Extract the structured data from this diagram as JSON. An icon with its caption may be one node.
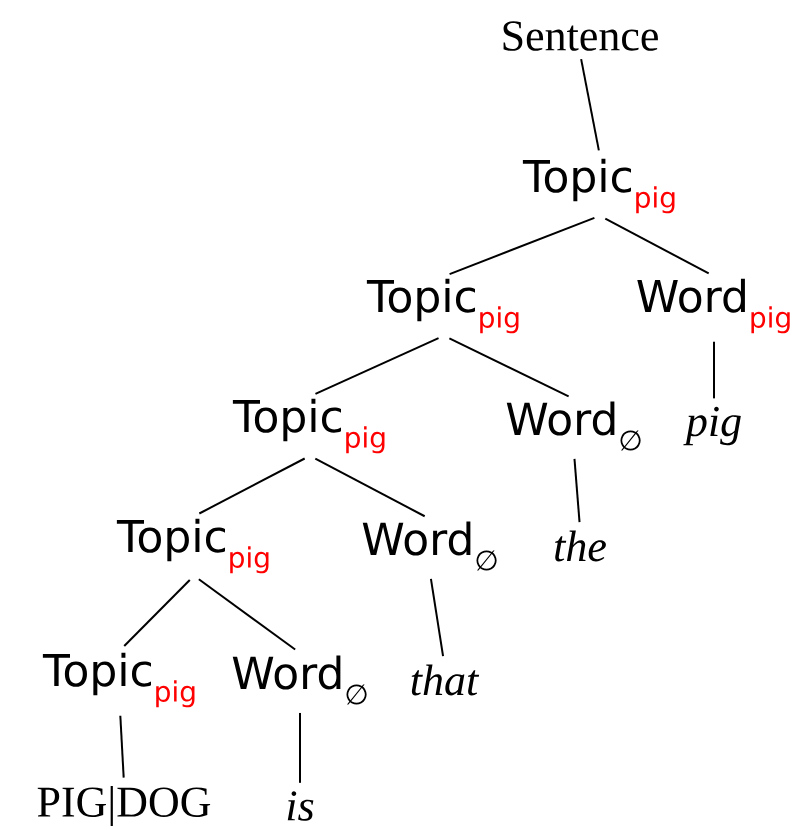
{
  "diagram": {
    "nodes": [
      {
        "text": [
          "Sentence"
        ]
      },
      {
        "text": [
          "Topic",
          "pig"
        ]
      },
      {
        "text": [
          "Topic",
          "pig"
        ]
      },
      {
        "text": [
          "Word",
          "pig"
        ]
      },
      {
        "text": [
          "pig"
        ]
      },
      {
        "text": [
          "Topic",
          "pig"
        ]
      },
      {
        "text": [
          "Word",
          "∅"
        ]
      },
      {
        "text": [
          "the"
        ]
      },
      {
        "text": [
          "Topic",
          "pig"
        ]
      },
      {
        "text": [
          "Word",
          "∅"
        ]
      },
      {
        "text": [
          "that"
        ]
      },
      {
        "text": [
          "Topic",
          "pig"
        ]
      },
      {
        "text": [
          "Word",
          "∅"
        ]
      },
      {
        "text": [
          "PIG|DOG"
        ]
      },
      {
        "text": [
          "is"
        ]
      }
    ],
    "edges": [
      {
        "from": 0,
        "to": 1,
        "arrow": "none"
      },
      {
        "from": 1,
        "to": 2,
        "arrow": "none"
      },
      {
        "from": 1,
        "to": 3,
        "arrow": "none"
      },
      {
        "from": 3,
        "to": 4,
        "arrow": "none"
      },
      {
        "from": 2,
        "to": 5,
        "arrow": "none"
      },
      {
        "from": 2,
        "to": 6,
        "arrow": "none"
      },
      {
        "from": 6,
        "to": 7,
        "arrow": "none"
      },
      {
        "from": 5,
        "to": 8,
        "arrow": "none"
      },
      {
        "from": 5,
        "to": 9,
        "arrow": "none"
      },
      {
        "from": 9,
        "to": 10,
        "arrow": "none"
      },
      {
        "from": 8,
        "to": 11,
        "arrow": "none"
      },
      {
        "from": 8,
        "to": 12,
        "arrow": "none"
      },
      {
        "from": 11,
        "to": 13,
        "arrow": "none"
      },
      {
        "from": 12,
        "to": 14,
        "arrow": "none"
      }
    ]
  }
}
